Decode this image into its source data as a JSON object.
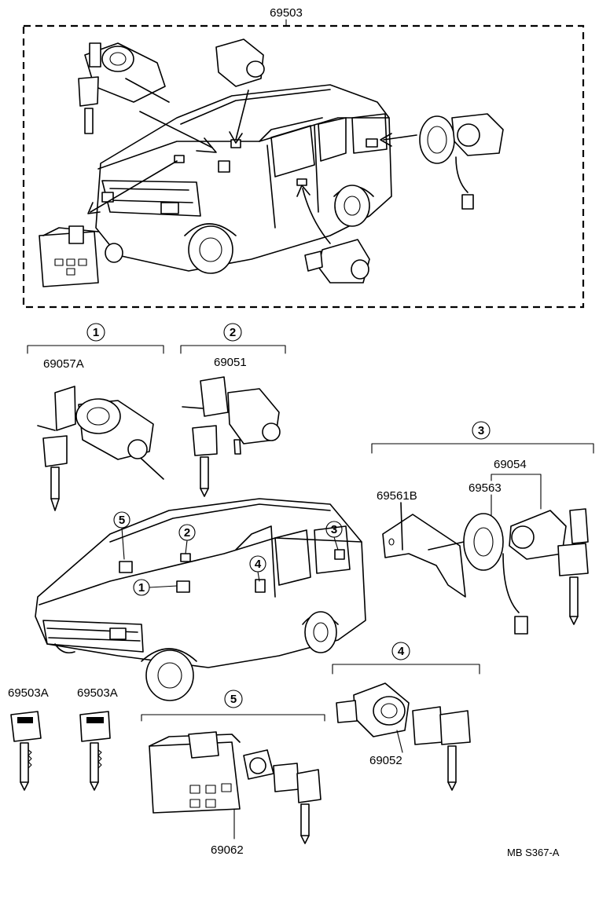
{
  "assembly": {
    "part_no": "69503"
  },
  "groups": [
    {
      "num": "1",
      "part_no": "69057A"
    },
    {
      "num": "2",
      "part_no": "69051"
    },
    {
      "num": "3",
      "part_no_main": "69054",
      "part_no_bracket": "69561B",
      "part_no_ring": "69563"
    },
    {
      "num": "4",
      "part_no": "69052"
    },
    {
      "num": "5",
      "part_no": "69062"
    }
  ],
  "keys": [
    {
      "part_no": "69503A"
    },
    {
      "part_no": "69503A"
    }
  ],
  "vehicle_callouts": [
    "5",
    "2",
    "1",
    "3",
    "4"
  ],
  "footer": {
    "code": "MB  S367-A"
  }
}
